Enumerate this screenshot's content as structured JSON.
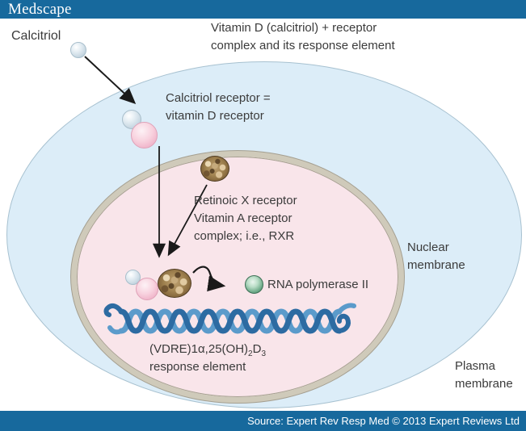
{
  "header": {
    "logo": "Medscape"
  },
  "footer": {
    "source": "Source: Expert Rev Resp Med © 2013 Expert Reviews Ltd"
  },
  "title": {
    "line1": "Vitamin D (calcitriol) + receptor",
    "line2": "complex and its response element"
  },
  "labels": {
    "calcitriol": "Calcitriol",
    "receptor_line1": "Calcitriol receptor =",
    "receptor_line2": "vitamin D receptor",
    "rxr_line1": "Retinoic X receptor",
    "rxr_line2": "Vitamin A receptor",
    "rxr_line3": "complex; i.e., RXR",
    "rna_polymerase": "RNA polymerase II",
    "vdre_prefix": "(VDRE)1α,25(OH)",
    "vdre_sub1": "2",
    "vdre_d": "D",
    "vdre_sub2": "3",
    "vdre_line2": "response element",
    "nuclear_line1": "Nuclear",
    "nuclear_line2": "membrane",
    "plasma_line1": "Plasma",
    "plasma_line2": "membrane"
  },
  "colors": {
    "brand_bar": "#17699d",
    "cell_fill": "#dcedf8",
    "cell_stroke": "#a7c1d0",
    "nucleus_fill": "#f9e5ea",
    "nucleus_membrane": "#cfcaba",
    "dna_dark": "#2d6ba2",
    "dna_light": "#5b9bcb",
    "rna_polymerase_green": "#447a5d",
    "receptor_pink": "#f0b3c9",
    "calcitriol_blue": "#ccdbe5",
    "rxr_brown": "#a08250",
    "arrow": "#1a1a1a"
  }
}
